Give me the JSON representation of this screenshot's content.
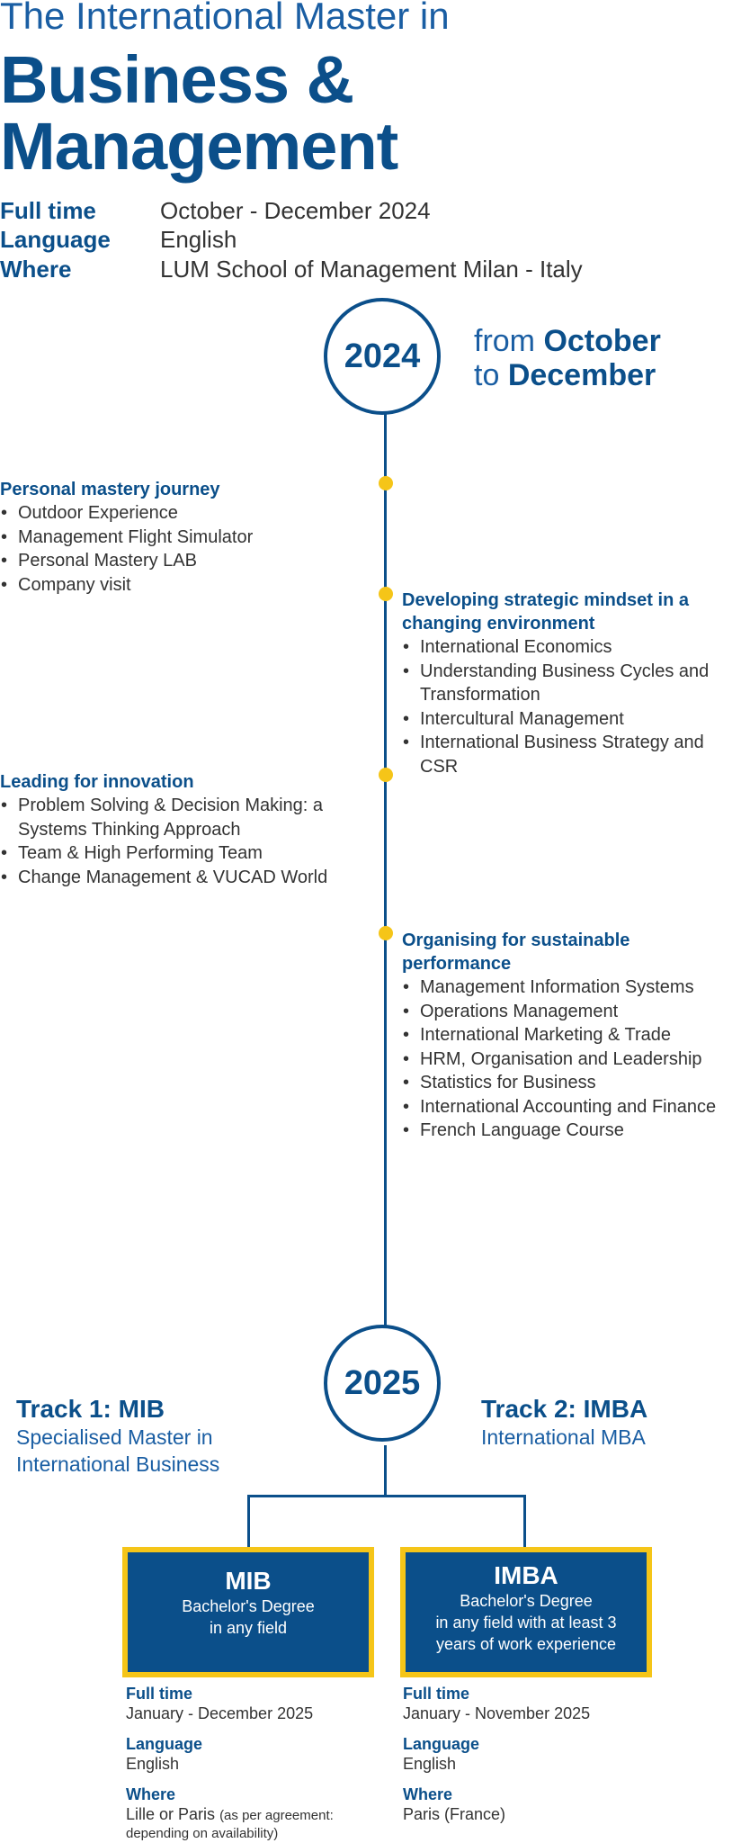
{
  "header": {
    "title_line1": "The International Master in",
    "title_line2": "Business &",
    "title_line3": "Management"
  },
  "meta": [
    {
      "label": "Full time",
      "value": "October - December 2024"
    },
    {
      "label": "Language",
      "value": "English"
    },
    {
      "label": "Where",
      "value": "LUM School of Management Milan - Italy"
    }
  ],
  "timeline": {
    "year1": "2024",
    "period_from": "from",
    "period_start": "October",
    "period_to": "to",
    "period_end": "December",
    "sections": [
      {
        "title": "Personal mastery journey",
        "items": [
          "Outdoor Experience",
          "Management Flight Simulator",
          "Personal Mastery LAB",
          "Company visit"
        ]
      },
      {
        "title": "Developing strategic mindset in a changing environment",
        "items": [
          "International Economics",
          "Understanding Business Cycles and Transformation",
          "Intercultural Management",
          "International Business Strategy and CSR"
        ]
      },
      {
        "title": "Leading for innovation",
        "items": [
          "Problem Solving & Decision Making: a Systems Thinking Approach",
          "Team & High Performing Team",
          "Change Management & VUCAD World"
        ]
      },
      {
        "title": "Organising for sustainable performance",
        "items": [
          "Management Information Systems",
          "Operations Management",
          "International Marketing & Trade",
          "HRM, Organisation and Leadership",
          "Statistics for Business",
          "International Accounting and Finance",
          "French Language Course"
        ]
      }
    ],
    "year2": "2025"
  },
  "tracks": [
    {
      "title": "Track 1: MIB",
      "subtitle_line1": "Specialised Master in",
      "subtitle_line2": "International Business",
      "card_title": "MIB",
      "card_desc_line1": "Bachelor's Degree",
      "card_desc_line2": "in any field",
      "details": {
        "fulltime_label": "Full time",
        "fulltime_value": "January - December 2025",
        "language_label": "Language",
        "language_value": "English",
        "where_label": "Where",
        "where_value": "Lille or Paris",
        "where_note_line1": "(as per agreement:",
        "where_note_line2": "depending on availability)"
      }
    },
    {
      "title": "Track 2: IMBA",
      "subtitle_line1": "International MBA",
      "card_title": "IMBA",
      "card_desc_line1": "Bachelor's Degree",
      "card_desc_line2": "in any field with at least 3",
      "card_desc_line3": "years of work experience",
      "details": {
        "fulltime_label": "Full time",
        "fulltime_value": "January - November 2025",
        "language_label": "Language",
        "language_value": "English",
        "where_label": "Where",
        "where_value": "Paris (France)"
      }
    }
  ],
  "colors": {
    "primary": "#0b4f8a",
    "accent": "#f5c518",
    "text": "#333333"
  }
}
